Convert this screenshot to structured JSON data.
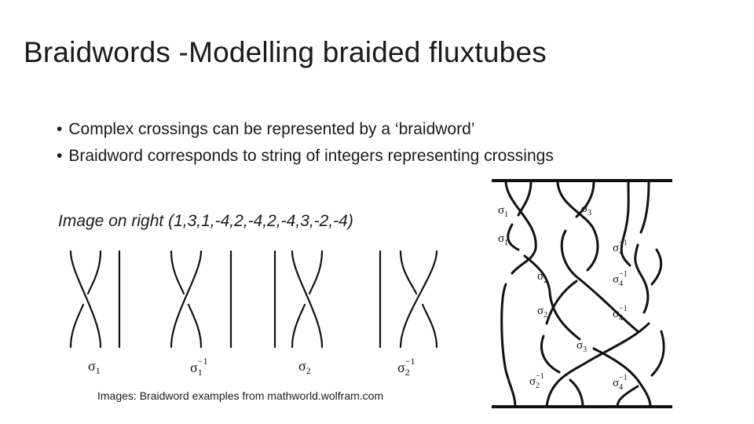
{
  "slide": {
    "title": "Braidwords  -Modelling braided fluxtubes",
    "bullets": [
      "Complex crossings can be represented by a ‘braidword’",
      "Braidword corresponds to string of integers representing crossings"
    ],
    "caption": "Image on right (1,3,1,-4,2,-4,2,-4,3,-2,-4)",
    "credit": "Images: Braidword examples from mathworld.wolfram.com"
  },
  "generators_figure": {
    "labels": [
      {
        "base": "σ",
        "sub": "1",
        "sup": ""
      },
      {
        "base": "σ",
        "sub": "1",
        "sup": "−1"
      },
      {
        "base": "σ",
        "sub": "2",
        "sup": ""
      },
      {
        "base": "σ",
        "sub": "2",
        "sup": "−1"
      }
    ]
  },
  "braid_figure": {
    "labels_left": [
      {
        "base": "σ",
        "sub": "1",
        "sup": ""
      },
      {
        "base": "σ",
        "sub": "1",
        "sup": ""
      },
      {
        "base": "σ",
        "sub": "2",
        "sup": ""
      },
      {
        "base": "σ",
        "sub": "2",
        "sup": ""
      },
      {
        "base": "σ",
        "sub": "3",
        "sup": ""
      },
      {
        "base": "σ",
        "sub": "2",
        "sup": "−1"
      }
    ],
    "labels_right": [
      {
        "base": "σ",
        "sub": "3",
        "sup": ""
      },
      {
        "base": "σ",
        "sub": "4",
        "sup": "−1"
      },
      {
        "base": "σ",
        "sub": "4",
        "sup": "−1"
      },
      {
        "base": "σ",
        "sub": "4",
        "sup": "−1"
      },
      {
        "base": "σ",
        "sub": "4",
        "sup": "−1"
      }
    ]
  }
}
